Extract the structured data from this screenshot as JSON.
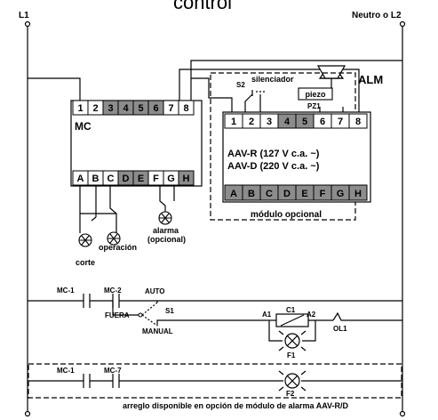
{
  "title": "control",
  "rails": {
    "left": "L1",
    "right": "Neutro o L2"
  },
  "mc": {
    "label": "MC",
    "top_terminals": [
      "1",
      "2",
      "3",
      "4",
      "5",
      "6",
      "7",
      "8"
    ],
    "bottom_terminals": [
      "A",
      "B",
      "C",
      "D",
      "E",
      "F",
      "G",
      "H"
    ],
    "notes": [
      "corte",
      "operación",
      "alarma",
      "(opcional)"
    ]
  },
  "alm": {
    "label": "ALM",
    "silenciador": "silenciador",
    "s2": "S2",
    "piezo": "piezo",
    "pz1": "PZ1",
    "top_terminals": [
      "1",
      "2",
      "3",
      "4",
      "5",
      "6",
      "7",
      "8"
    ],
    "bottom_terminals": [
      "A",
      "B",
      "C",
      "D",
      "E",
      "F",
      "G",
      "H"
    ],
    "line1": "AAV-R (127 V c.a. ~)",
    "line2": "AAV-D (220 V c.a. ~)",
    "module_label": "módulo opcional"
  },
  "control": {
    "mc1": "MC-1",
    "mc2": "MC-2",
    "auto": "AUTO",
    "fuera": "FUERA",
    "s1": "S1",
    "manual": "MANUAL",
    "a1": "A1",
    "c1": "C1",
    "a2": "A2",
    "ol1": "OL1",
    "f1": "F1"
  },
  "alarm_option": {
    "mc1": "MC-1",
    "mc7": "MC-7",
    "f2": "F2",
    "caption": "arreglo disponible en opción de módulo de alarma AAV-R/D"
  }
}
